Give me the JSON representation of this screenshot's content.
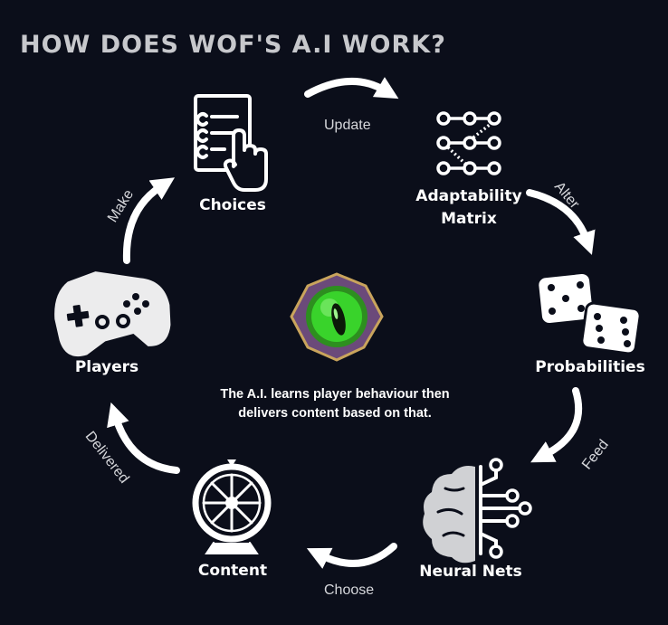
{
  "title": "HOW DOES WOF'S A.I WORK?",
  "nodes": {
    "choices": "Choices",
    "adaptability_line1": "Adaptability",
    "adaptability_line2": "Matrix",
    "probabilities": "Probabilities",
    "neural_nets": "Neural Nets",
    "content": "Content",
    "players": "Players"
  },
  "edges": {
    "update": "Update",
    "alter": "Alter",
    "feed": "Feed",
    "choose": "Choose",
    "delivered": "Delivered",
    "make": "Make"
  },
  "center": {
    "line1": "The A.I. learns player behaviour then",
    "line2": "delivers content based on that."
  },
  "icons": {
    "choices": "checklist-hand-icon",
    "adaptability": "node-matrix-icon",
    "probabilities": "dice-icon",
    "neural_nets": "brain-circuit-icon",
    "content": "prize-wheel-icon",
    "players": "gamepad-icon",
    "center": "green-eye-emblem-icon"
  },
  "colors": {
    "background": "#0b0e1a",
    "foreground": "#ffffff",
    "title": "#c7c8cc",
    "emblem_green": "#39d32b"
  }
}
